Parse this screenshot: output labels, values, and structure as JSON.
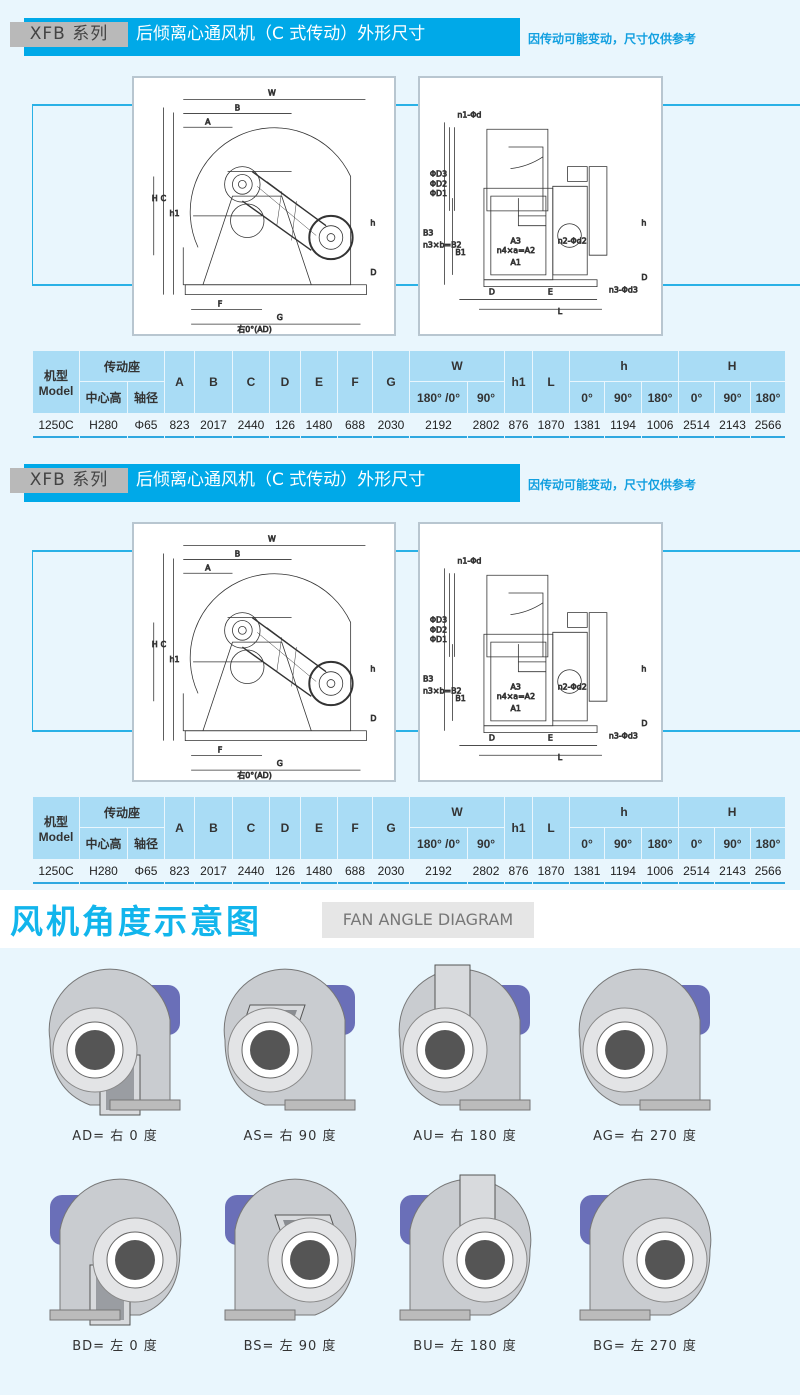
{
  "sections": [
    {
      "series": "XFB 系列",
      "title": "后倾离心通风机（C 式传动）外形尺寸",
      "note": "因传动可能变动，尺寸仅供参考"
    },
    {
      "series": "XFB 系列",
      "title": "后倾离心通风机（C 式传动）外形尺寸",
      "note": "因传动可能变动，尺寸仅供参考"
    }
  ],
  "drawing": {
    "front": {
      "W": "W",
      "B": "B",
      "A": "A",
      "H": "H",
      "C": "C",
      "h1": "h1",
      "h": "h",
      "D": "D",
      "F": "F",
      "G": "G",
      "caption": "右0°(AD)"
    },
    "side": {
      "n1": "n1-Φd",
      "D3": "ΦD3",
      "D2": "ΦD2",
      "D1": "ΦD1",
      "B3": "B3",
      "B2": "n3×b=B2",
      "B1": "B1",
      "A3": "A3",
      "A2": "n4×a=A2",
      "A1": "A1",
      "n2": "n2-Φd2",
      "h": "h",
      "D": "D",
      "E": "E",
      "L": "L",
      "n3": "n3-Φd3",
      "Dl": "D"
    }
  },
  "table": {
    "h_model": "机型",
    "h_model_en": "Model",
    "h_drive": "传动座",
    "h_center": "中心高",
    "h_shaft": "轴径",
    "cols": [
      "A",
      "B",
      "C",
      "D",
      "E",
      "F",
      "G"
    ],
    "h_W": "W",
    "h_h1": "h1",
    "h_L": "L",
    "h_h": "h",
    "h_H": "H",
    "W_sub": [
      "180° /0°",
      "90°"
    ],
    "h_sub": [
      "0°",
      "90°",
      "180°"
    ],
    "H_sub": [
      "0°",
      "90°",
      "180°"
    ],
    "row": [
      "1250C",
      "H280",
      "Φ65",
      "823",
      "2017",
      "2440",
      "126",
      "1480",
      "688",
      "2030",
      "2192",
      "2802",
      "876",
      "1870",
      "1381",
      "1194",
      "1006",
      "2514",
      "2143",
      "2566"
    ]
  },
  "angle": {
    "title": "风机角度示意图",
    "tag": "FAN ANGLE DIAGRAM",
    "fans": [
      {
        "label": "AD= 右 0 度",
        "dir": "R",
        "out": "bottom"
      },
      {
        "label": "AS= 右 90 度",
        "dir": "R",
        "out": "top-front"
      },
      {
        "label": "AU= 右 180 度",
        "dir": "R",
        "out": "top"
      },
      {
        "label": "AG= 右 270 度",
        "dir": "R",
        "out": "back"
      },
      {
        "label": "BD= 左 0 度",
        "dir": "L",
        "out": "bottom"
      },
      {
        "label": "BS= 左 90 度",
        "dir": "L",
        "out": "top-front"
      },
      {
        "label": "BU= 左 180 度",
        "dir": "L",
        "out": "top"
      },
      {
        "label": "BG= 左 270 度",
        "dir": "L",
        "out": "back"
      }
    ],
    "colors": {
      "housing": "#c9ccd0",
      "motor": "#6a6fb8",
      "accent": "#12b5ec"
    }
  }
}
